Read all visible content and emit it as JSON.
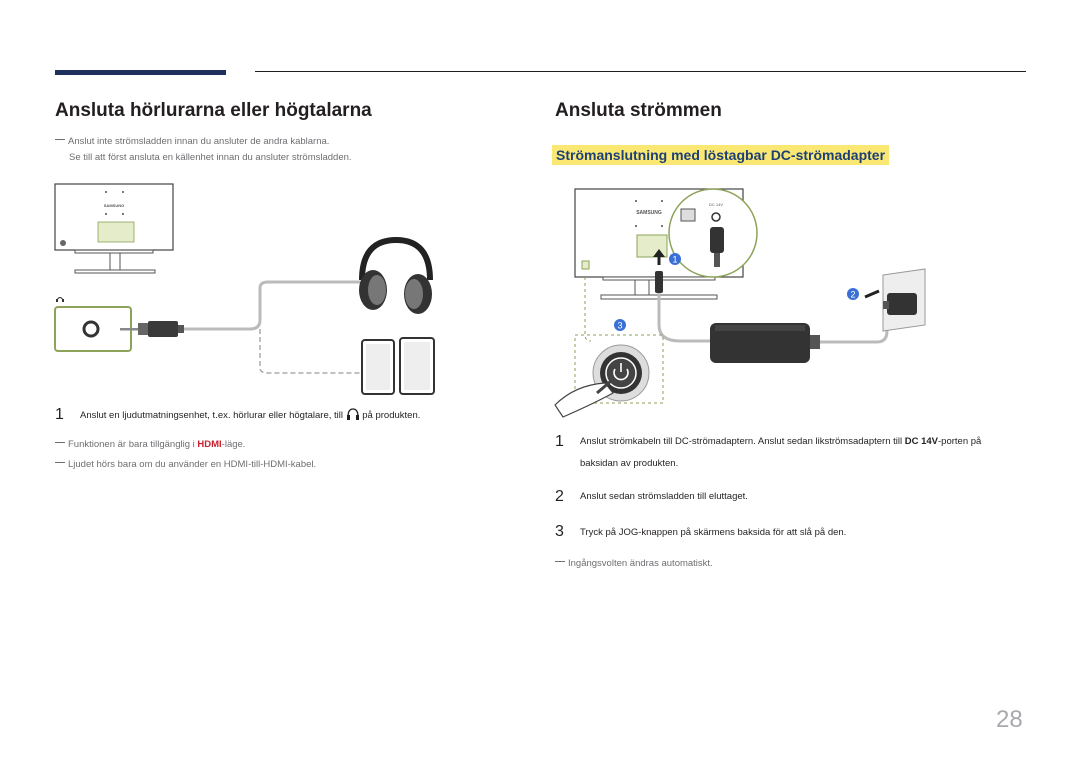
{
  "left": {
    "title": "Ansluta hörlurarna eller högtalarna",
    "notes": [
      "Anslut inte strömsladden innan du ansluter de andra kablarna.",
      "Se till att först ansluta en källenhet innan du ansluter strömsladden."
    ],
    "step1_number": "1",
    "step1_text_before": "Anslut en ljudutmatningsenhet, t.ex. hörlurar eller högtalare, till",
    "step1_text_after": "på produkten.",
    "note_hdmi_before": "Funktionen är bara tillgänglig i",
    "note_hdmi_highlight": "HDMI",
    "note_hdmi_after": "-läge.",
    "note_cable": "Ljudet hörs bara om du använder en HDMI-till-HDMI-kabel.",
    "monitor_brand": "SAMSUNG"
  },
  "right": {
    "title": "Ansluta strömmen",
    "subtitle": "Strömanslutning med löstagbar DC-strömadapter",
    "monitor_brand": "SAMSUNG",
    "port_label": "DC 14V",
    "callouts": [
      "1",
      "2",
      "3"
    ],
    "steps": [
      {
        "number": "1",
        "text_before": "Anslut strömkabeln till DC-strömadaptern. Anslut sedan likströmsadaptern till ",
        "bold": "DC 14V",
        "text_after": "-porten på",
        "line2": "baksidan av produkten."
      },
      {
        "number": "2",
        "text": "Anslut sedan strömsladden till eluttaget."
      },
      {
        "number": "3",
        "text": "Tryck på JOG-knappen på skärmens baksida för att slå på den."
      }
    ],
    "note": "Ingångsvolten ändras automatiskt."
  },
  "page_number": "28",
  "colors": {
    "accent_navy": "#20305e",
    "subtitle_bg": "#fbe873",
    "subtitle_text": "#1c3f76",
    "highlight_red": "#c8202f",
    "callout_blue": "#3a6fd8",
    "frame_green": "#8da35a"
  }
}
